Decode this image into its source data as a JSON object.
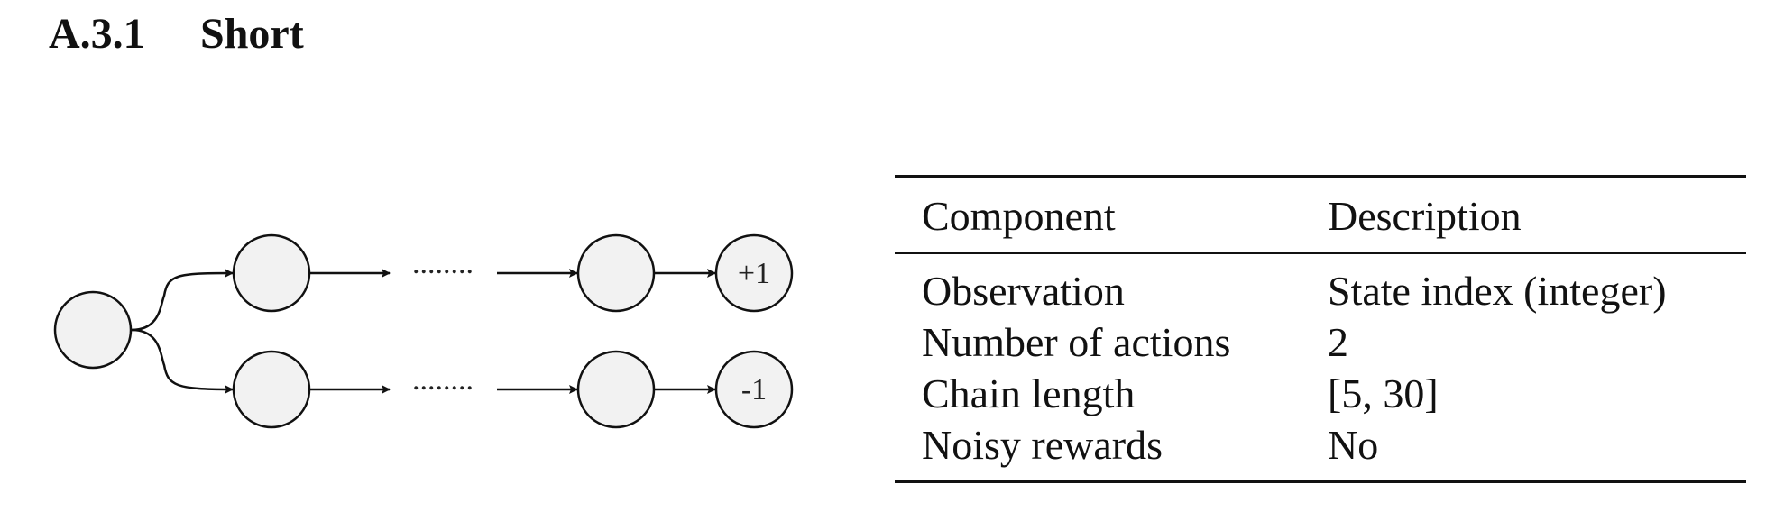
{
  "section": {
    "number": "A.3.1",
    "title": "Short"
  },
  "diagram": {
    "ellipsis": "........",
    "terminal_top_label": "+1",
    "terminal_bottom_label": "-1",
    "node_fill": "#f2f2f2",
    "stroke_color": "#111111"
  },
  "table": {
    "headers": [
      "Component",
      "Description"
    ],
    "rows": [
      [
        "Observation",
        "State index (integer)"
      ],
      [
        "Number of actions",
        "2"
      ],
      [
        "Chain length",
        "[5, 30]"
      ],
      [
        "Noisy rewards",
        "No"
      ]
    ]
  }
}
